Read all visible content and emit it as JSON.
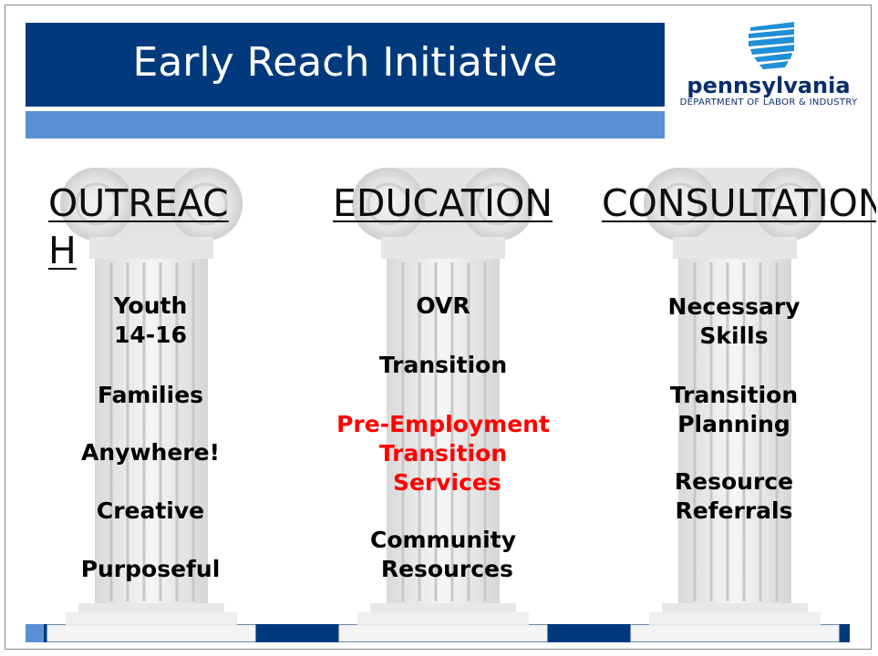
{
  "slide": {
    "title": "Early Reach Initiative",
    "logo": {
      "icon": "keystone-logo-icon",
      "name": "pennsylvania",
      "department": "DEPARTMENT OF LABOR & INDUSTRY"
    }
  },
  "colors": {
    "title_bar": "#003a7d",
    "accent_bar": "#5b8fd4",
    "highlight_text": "#ff0000"
  },
  "pillars": [
    {
      "heading_line1": "OUTREAC",
      "heading_line2": "H",
      "items": [
        "Youth\n14-16",
        "Families",
        "Anywhere!",
        "Creative",
        "Purposeful"
      ]
    },
    {
      "heading": "EDUCATION",
      "items": [
        "OVR",
        "Transition",
        "Pre-Employment\nTransition\n Services",
        "Community\n Resources"
      ]
    },
    {
      "heading": "CONSULTATION",
      "items": [
        "Necessary\nSkills",
        "Transition\nPlanning",
        "Resource\nReferrals"
      ]
    }
  ]
}
